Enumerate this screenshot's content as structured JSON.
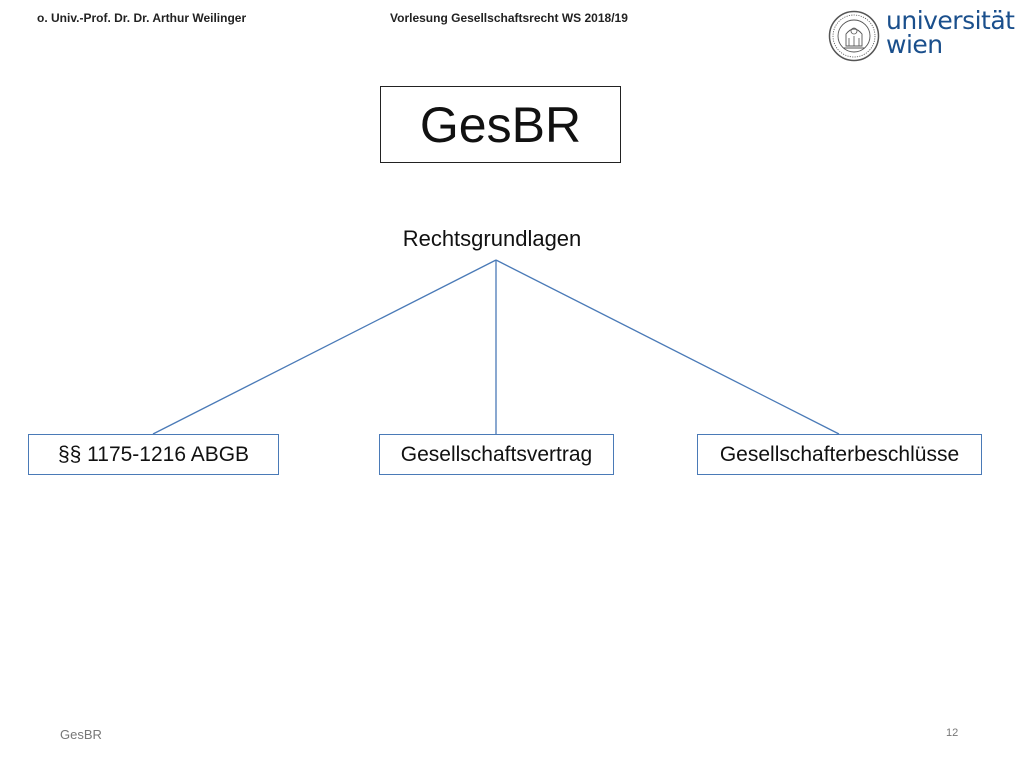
{
  "header": {
    "author": "o. Univ.-Prof. Dr. Dr. Arthur Weilinger",
    "lecture": "Vorlesung Gesellschaftsrecht WS 2018/19"
  },
  "logo": {
    "line1": "universität",
    "line2": "wien",
    "color": "#1a4f8c",
    "icon": "university-seal-icon"
  },
  "diagram": {
    "title": "GesBR",
    "root": "Rechtsgrundlagen",
    "children": [
      "§§ 1175-1216 ABGB",
      "Gesellschaftsvertrag",
      "Gesellschafterbeschlüsse"
    ],
    "line_color": "#4a7ab7"
  },
  "footer": {
    "left": "GesBR",
    "page_number": "12"
  }
}
